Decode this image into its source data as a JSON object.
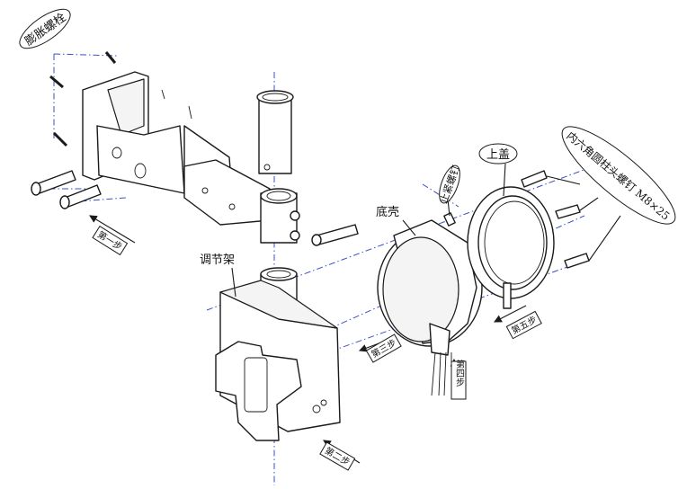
{
  "labels": {
    "expansion_bolt": "膨胀螺栓",
    "bracket": "调节架",
    "base_shell": "底壳",
    "top_cover": "上盖",
    "set_screw": "止紧螺钉",
    "hex_socket_screw": "内六角圆柱头螺钉 M8×25"
  },
  "steps": {
    "step1": "第一步",
    "step2": "第二步",
    "step3": "第三步",
    "step4": "第四步",
    "step5": "第五步"
  },
  "colors": {
    "line": "#1a1a1a",
    "center_line": "#3a4fc8",
    "background": "#ffffff"
  }
}
